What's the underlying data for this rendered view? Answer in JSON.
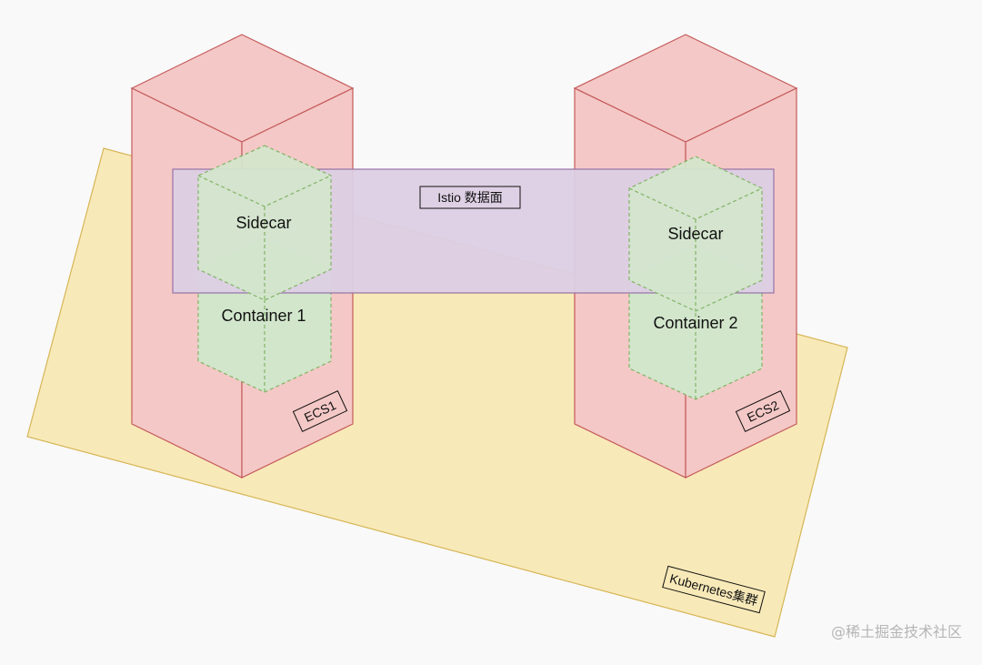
{
  "diagram": {
    "cluster_label": "Kubernetes集群",
    "data_plane_label": "Istio 数据面",
    "nodes": [
      {
        "label": "ECS1",
        "container_label": "Container 1",
        "sidecar_label": "Sidecar"
      },
      {
        "label": "ECS2",
        "container_label": "Container 2",
        "sidecar_label": "Sidecar"
      }
    ]
  },
  "watermark": "@稀土掘金技术社区",
  "colors": {
    "background": "#f9f9f9",
    "cluster_fill": "#f8e9b8",
    "cluster_stroke": "#d6b656",
    "node_fill": "#f4c8c6",
    "node_stroke": "#c45b5b",
    "data_plane_fill": "#dccfe4",
    "data_plane_stroke": "#9673a6",
    "pod_fill": "#d2e6cc",
    "pod_stroke": "#82b366"
  }
}
